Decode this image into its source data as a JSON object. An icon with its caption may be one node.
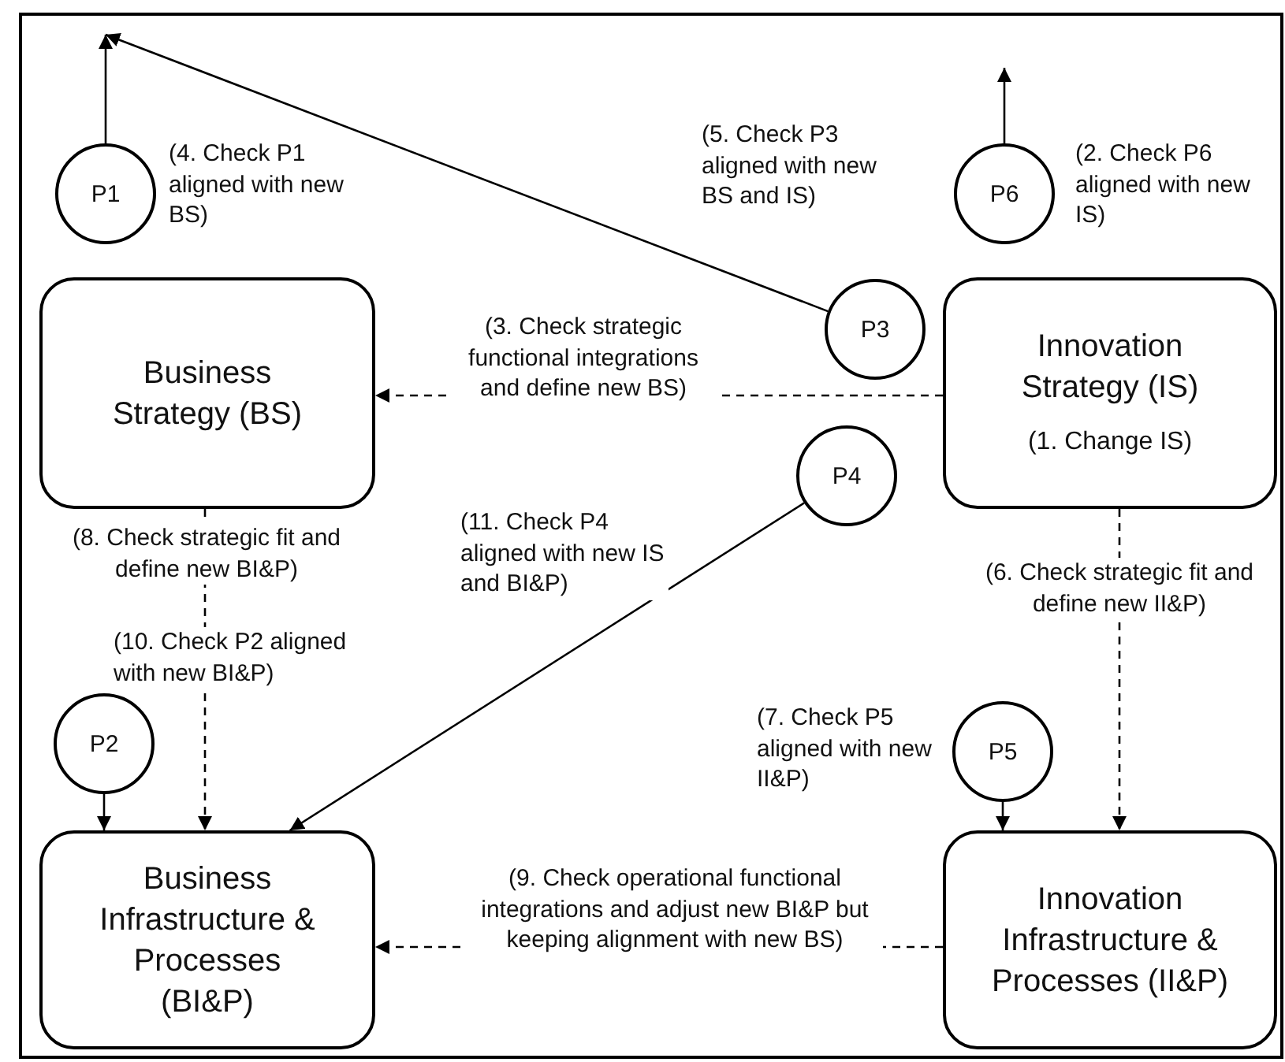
{
  "diagram": {
    "nodes": [
      {
        "text": [
          "Business Strategy (BS)"
        ]
      },
      {
        "text": [
          "Innovation Strategy (IS)",
          "(1. Change IS)"
        ]
      },
      {
        "text": [
          "Business Infrastructure & Processes (BI&P)"
        ]
      },
      {
        "text": [
          "Innovation Infrastructure & Processes (II&P)"
        ]
      },
      {
        "text": [
          "P1"
        ],
        "beside": [
          "(4. Check P1 aligned with new BS)"
        ]
      },
      {
        "text": [
          "P3"
        ]
      },
      {
        "text": [
          "P6"
        ],
        "beside": [
          "(2. Check P6 aligned with new IS)"
        ]
      },
      {
        "text": [
          "P4"
        ]
      },
      {
        "text": [
          "P2"
        ],
        "beside": [
          "(10. Check P2 aligned with new BI&P)"
        ]
      },
      {
        "text": [
          "P5"
        ],
        "beside": [
          "(7. Check P5 aligned with new II&P)"
        ]
      }
    ],
    "edges": [
      {
        "from": 4,
        "to": null,
        "arrow": "to"
      },
      {
        "from": 5,
        "to": null,
        "arrow": "to"
      },
      {
        "from": 6,
        "to": null,
        "arrow": "to"
      },
      {
        "from": 1,
        "to": 0,
        "arrow": "to",
        "style": "dashed",
        "label": "(3. Check strategic functional integrations and define new BS)"
      },
      {
        "from": 0,
        "to": 2,
        "arrow": "to",
        "style": "dashed",
        "label": "(8. Check strategic fit and define new BI&P)"
      },
      {
        "from": 1,
        "to": 3,
        "arrow": "to",
        "style": "dashed",
        "label": "(6. Check strategic fit and define new II&P)"
      },
      {
        "from": 3,
        "to": 2,
        "arrow": "to",
        "style": "dashed",
        "label": "(9. Check operational functional integrations and adjust new BI&P but keeping alignment with new BS)"
      },
      {
        "from": 8,
        "to": 2,
        "arrow": "to"
      },
      {
        "from": 7,
        "to": 2,
        "arrow": "to"
      },
      {
        "from": 9,
        "to": 3,
        "arrow": "to"
      }
    ],
    "labels": [
      "(5. Check P3 aligned with new BS and IS)",
      "(11. Check P4 aligned with new IS and BI&P)"
    ]
  }
}
